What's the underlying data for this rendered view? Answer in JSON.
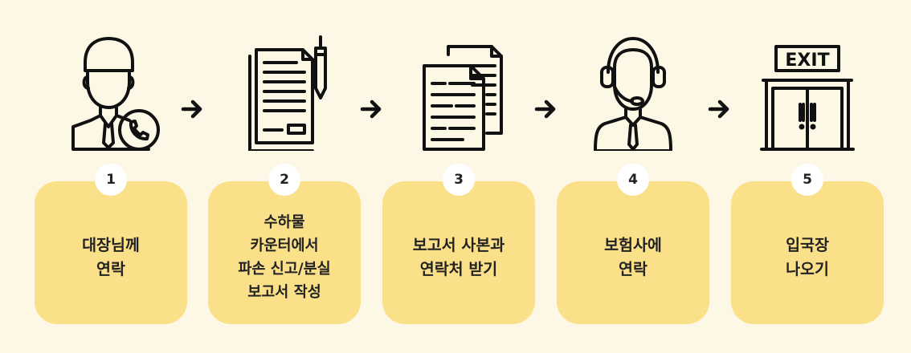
{
  "steps": [
    {
      "number": "1",
      "label": "대장님께\n연락",
      "icon": "pilot-phone-icon"
    },
    {
      "number": "2",
      "label": "수하물\n카운터에서\n파손 신고/분실\n보고서 작성",
      "icon": "document-pen-icon"
    },
    {
      "number": "3",
      "label": "보고서 사본과\n연락처 받기",
      "icon": "document-copy-icon"
    },
    {
      "number": "4",
      "label": "보험사에\n연락",
      "icon": "headset-agent-icon"
    },
    {
      "number": "5",
      "label": "입국장\n나오기",
      "icon": "exit-door-icon"
    }
  ],
  "exit_sign": "EXIT",
  "colors": {
    "background": "#fdf8e6",
    "card": "#fbe08a",
    "badge": "#ffffff",
    "text": "#222222"
  }
}
